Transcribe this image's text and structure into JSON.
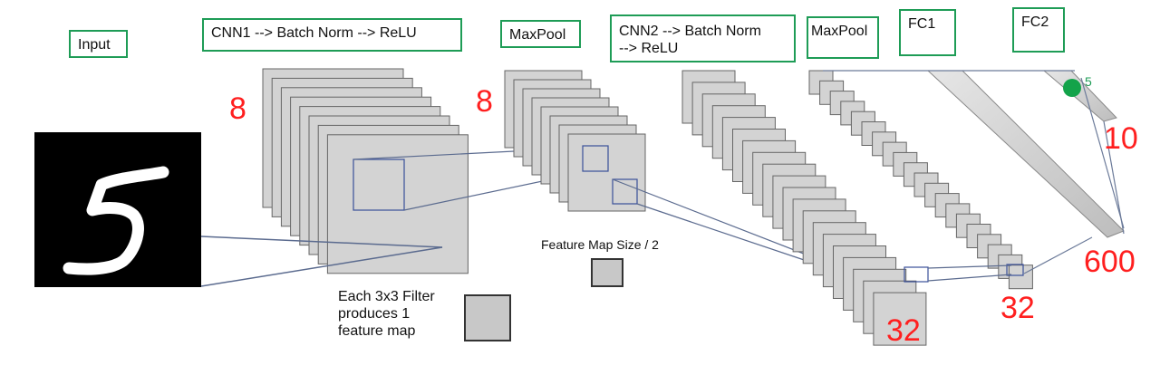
{
  "labels": {
    "input": "Input",
    "cnn1": "CNN1 --> Batch Norm --> ReLU",
    "maxpool1": "MaxPool",
    "cnn2": "CNN2 --> Batch Norm\n--> ReLU",
    "maxpool2": "MaxPool",
    "fc1": "FC1",
    "fc2": "FC2"
  },
  "counts": {
    "cnn1_maps": "8",
    "pool1_maps": "8",
    "cnn2_maps": "32",
    "pool2_maps": "32",
    "fc1_units": "600",
    "fc2_units": "10"
  },
  "notes": {
    "filter_note": "Each 3x3 Filter\nproduces 1\nfeature map",
    "pool_note": "Feature Map Size / 2"
  },
  "marker_value": "5",
  "colors": {
    "label_border": "#1e9c56",
    "count_text": "#ff1f1f",
    "map_fill": "#d3d3d3",
    "map_stroke": "#666666",
    "filter_stroke": "#3a4f9a",
    "marker": "#13a34a"
  }
}
